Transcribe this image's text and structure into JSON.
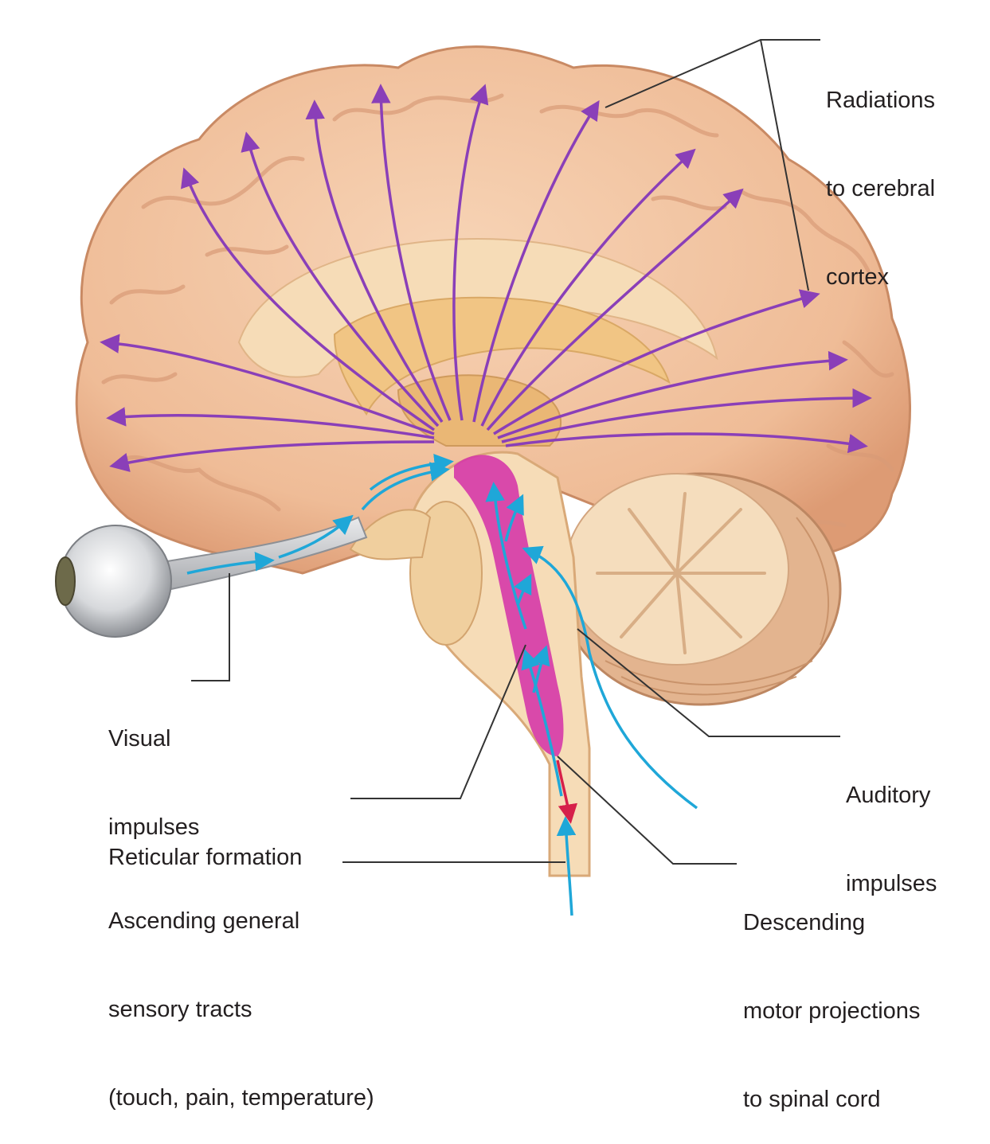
{
  "labels": {
    "radiations": [
      "Radiations",
      "to cerebral",
      "cortex"
    ],
    "visual": [
      "Visual",
      "impulses"
    ],
    "auditory": [
      "Auditory",
      "impulses"
    ],
    "reticular": [
      "Reticular formation"
    ],
    "ascending": [
      "Ascending general",
      "sensory tracts",
      "(touch, pain, temperature)"
    ],
    "descending": [
      "Descending",
      "motor projections",
      "to spinal cord"
    ]
  },
  "colors": {
    "brain": "#f2c4a2",
    "brain_dark": "#d9966e",
    "inner": "#f6dcb7",
    "magenta": "#d63ca8",
    "purple_arrow": "#8a3fb8",
    "blue_arrow": "#1fa7d8",
    "red_arrow": "#d6204a",
    "leader": "#333333"
  },
  "icons": [
    "eyeball",
    "cerebellum",
    "brainstem",
    "spinal-cord"
  ]
}
